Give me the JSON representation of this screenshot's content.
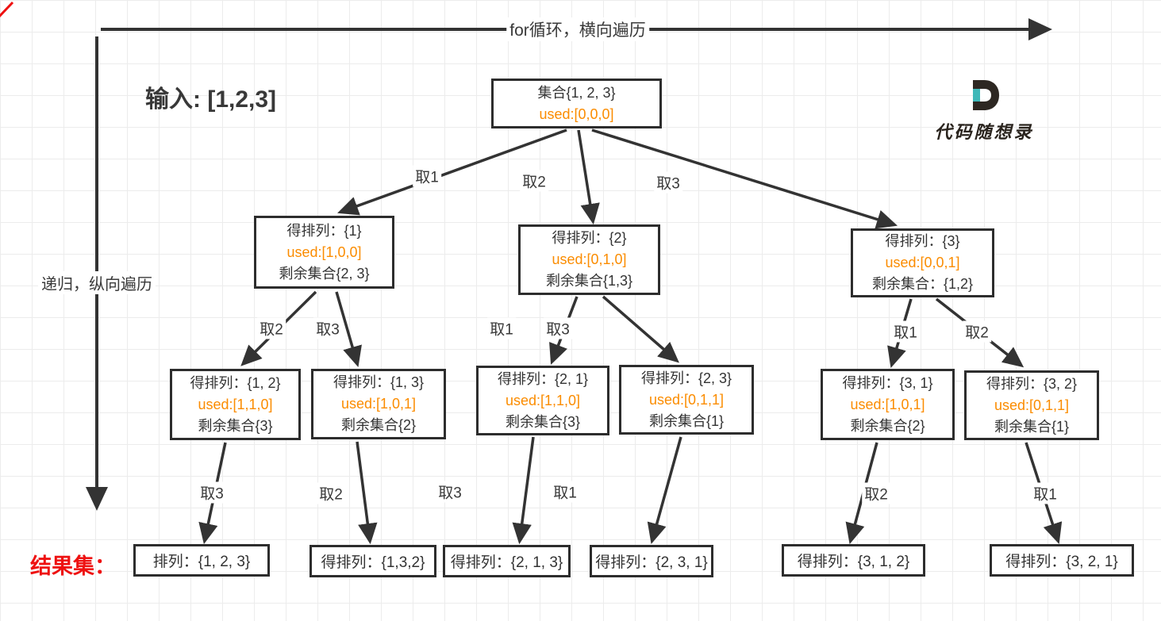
{
  "colors": {
    "orange": "#fb8c00",
    "red": "#ee1111",
    "line": "#333333",
    "border": "#2d2d2d",
    "teal": "#3fb8b8"
  },
  "labels": {
    "top_arrow": "for循环，横向遍历",
    "left_arrow": "递归，纵向遍历",
    "input": "输入: [1,2,3]",
    "result_set": "结果集：",
    "logo_text": "代码随想录"
  },
  "tree": {
    "root": {
      "title": "集合{1, 2, 3}",
      "used": "used:[0,0,0]"
    },
    "level2": [
      {
        "title": "得排列：{1}",
        "used": "used:[1,0,0]",
        "remain": "剩余集合{2, 3}"
      },
      {
        "title": "得排列：{2}",
        "used": "used:[0,1,0]",
        "remain": "剩余集合{1,3}"
      },
      {
        "title": "得排列：{3}",
        "used": "used:[0,0,1]",
        "remain": "剩余集合：{1,2}"
      }
    ],
    "level3": [
      {
        "title": "得排列：{1, 2}",
        "used": "used:[1,1,0]",
        "remain": "剩余集合{3}"
      },
      {
        "title": "得排列：{1, 3}",
        "used": "used:[1,0,1]",
        "remain": "剩余集合{2}"
      },
      {
        "title": "得排列：{2, 1}",
        "used": "used:[1,1,0]",
        "remain": "剩余集合{3}"
      },
      {
        "title": "得排列：{2, 3}",
        "used": "used:[0,1,1]",
        "remain": "剩余集合{1}"
      },
      {
        "title": "得排列：{3, 1}",
        "used": "used:[1,0,1]",
        "remain": "剩余集合{2}"
      },
      {
        "title": "得排列：{3, 2}",
        "used": "used:[0,1,1]",
        "remain": "剩余集合{1}"
      }
    ],
    "leaves": [
      "排列：{1, 2, 3}",
      "得排列：{1,3,2}",
      "得排列：{2, 1, 3}",
      "得排列：{2, 3, 1}",
      "得排列：{3, 1, 2}",
      "得排列：{3, 2, 1}"
    ],
    "edge_labels": {
      "l1": [
        "取1",
        "取2",
        "取3"
      ],
      "l2": [
        "取2",
        "取3",
        "取1",
        "取3",
        "取1",
        "取2"
      ],
      "l3": [
        "取3",
        "取2",
        "取3",
        "取1",
        "取2",
        "取1"
      ]
    }
  }
}
